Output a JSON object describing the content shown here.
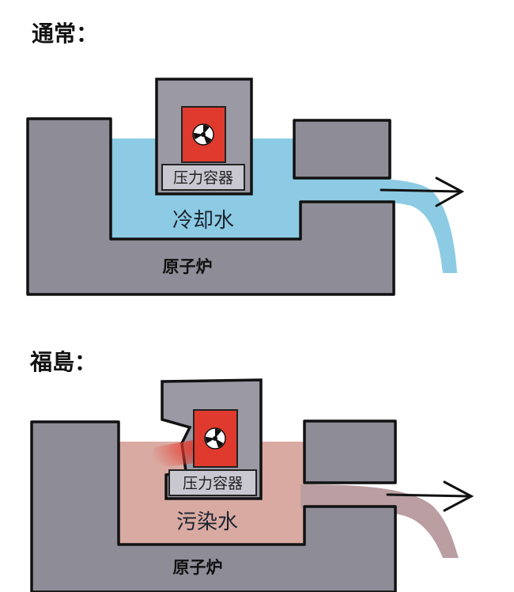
{
  "normal": {
    "title": "通常：",
    "vessel_label": "压力容器",
    "water_label": "冷却水",
    "reactor_label": "原子炉",
    "water_color": "#8ccbe3",
    "icon": "radiation-icon"
  },
  "fukushima": {
    "title": "福島：",
    "vessel_label": "压力容器",
    "water_label": "污染水",
    "reactor_label": "原子炉",
    "water_color": "#d9aaa2",
    "leak_color": "#e8392c",
    "icon": "radiation-icon"
  }
}
